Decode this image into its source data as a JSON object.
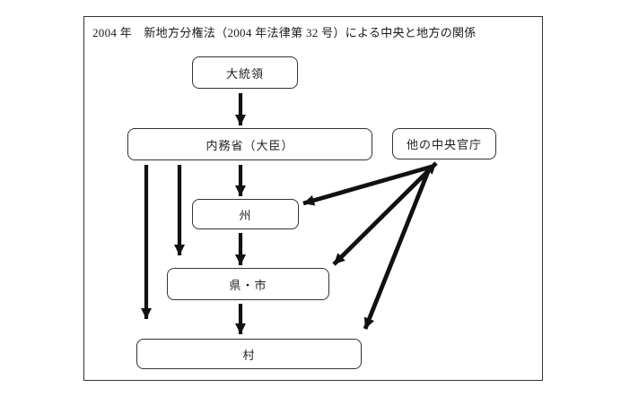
{
  "title": "2004 年　新地方分権法（2004 年法律第 32 号）による中央と地方の関係",
  "nodes": {
    "president": "大統領",
    "interior_ministry": "内務省（大臣）",
    "other_central_agencies": "他の中央官庁",
    "state": "州",
    "prefecture_city": "県・市",
    "village": "村"
  },
  "colors": {
    "arrow": "#111111",
    "box_border": "#333333",
    "background": "#ffffff",
    "text": "#1f1f1f"
  }
}
